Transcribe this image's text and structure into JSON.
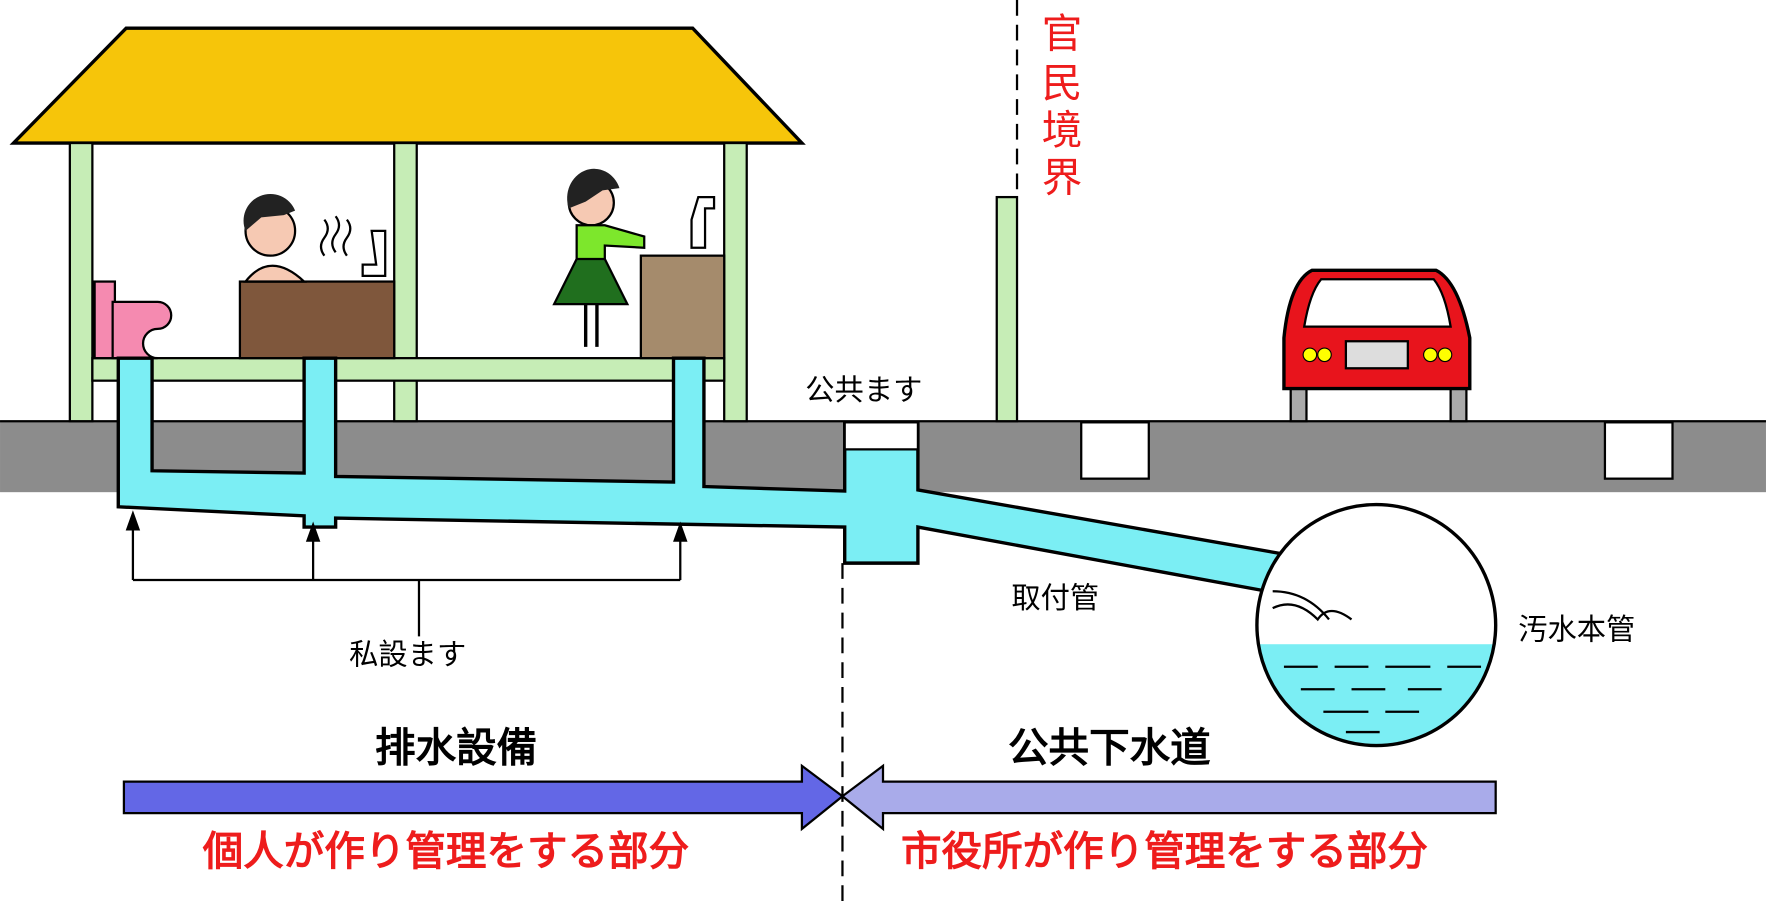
{
  "labels": {
    "boundary": [
      "官",
      "民",
      "境",
      "界"
    ],
    "public_masu": "公共ます",
    "private_masu": "私設ます",
    "lateral_pipe": "取付管",
    "main_sewer": "汚水本管",
    "drainage_facility": "排水設備",
    "public_sewer": "公共下水道",
    "individual_part": "個人が作り管理をする部分",
    "city_part": "市役所が作り管理をする部分"
  },
  "colors": {
    "roof": "#f6c50a",
    "pillar": "#c6edb6",
    "ground": "#8c8c8c",
    "water": "#7beef4",
    "left_arrow": "#6367e6",
    "right_arrow": "#a9abea",
    "red_text": "#ee1c1c",
    "car": "#e8141c"
  }
}
